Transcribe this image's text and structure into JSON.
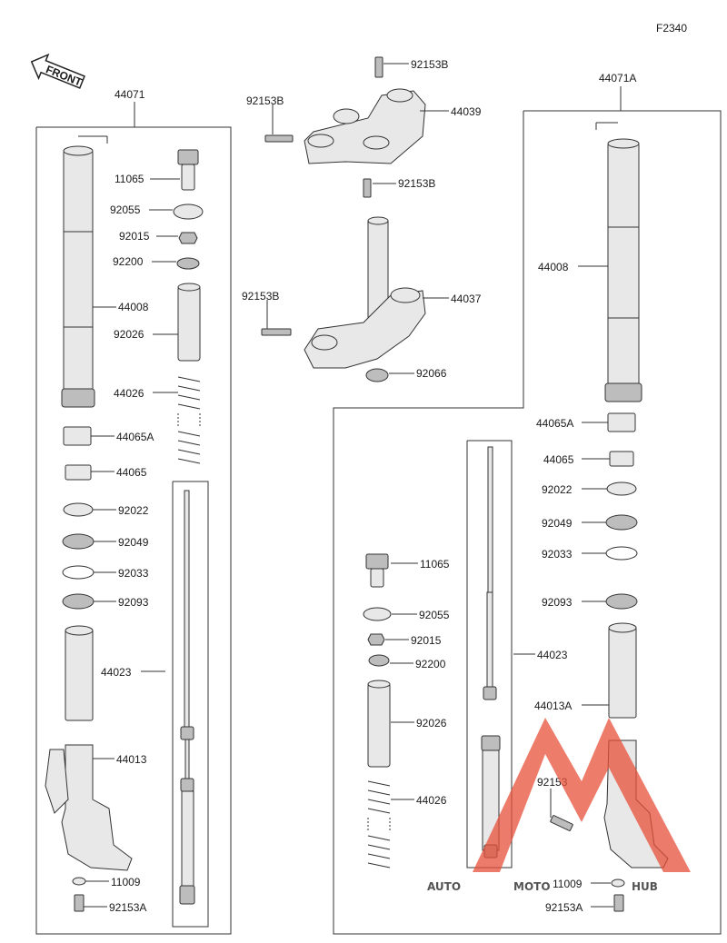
{
  "diagram_id": "F2340",
  "front_label": "FRONT",
  "groups": {
    "left_assembly": "44071",
    "right_assembly": "44071A"
  },
  "labels": {
    "l_11065": "11065",
    "l_92055": "92055",
    "l_92015": "92015",
    "l_92200": "92200",
    "l_44008": "44008",
    "l_92026": "92026",
    "l_44026": "44026",
    "l_44065A": "44065A",
    "l_44065": "44065",
    "l_92022": "92022",
    "l_92049": "92049",
    "l_92033": "92033",
    "l_92093": "92093",
    "l_44023": "44023",
    "l_44013": "44013",
    "l_11009": "11009",
    "l_92153A": "92153A",
    "c_92153B_a": "92153B",
    "c_92153B_b": "92153B",
    "c_44039": "44039",
    "c_92153B_c": "92153B",
    "c_44037": "44037",
    "c_92153B_d": "92153B",
    "c_92066": "92066",
    "r_44008": "44008",
    "r_44065A": "44065A",
    "r_44065": "44065",
    "r_92022": "92022",
    "r_92049": "92049",
    "r_92033": "92033",
    "r_11065": "11065",
    "r_92093": "92093",
    "r_92055": "92055",
    "r_92015": "92015",
    "r_44023": "44023",
    "r_92200": "92200",
    "r_44013A": "44013A",
    "r_92026": "92026",
    "r_92153": "92153",
    "r_44026": "44026",
    "r_11009": "11009",
    "r_92153A": "92153A"
  },
  "watermark": {
    "part1": "AUTO",
    "part2": "MOTO",
    "part3": "HUB",
    "color_primary": "#e8503a",
    "color_secondary": "#f2a533",
    "color_dark": "#555555"
  }
}
